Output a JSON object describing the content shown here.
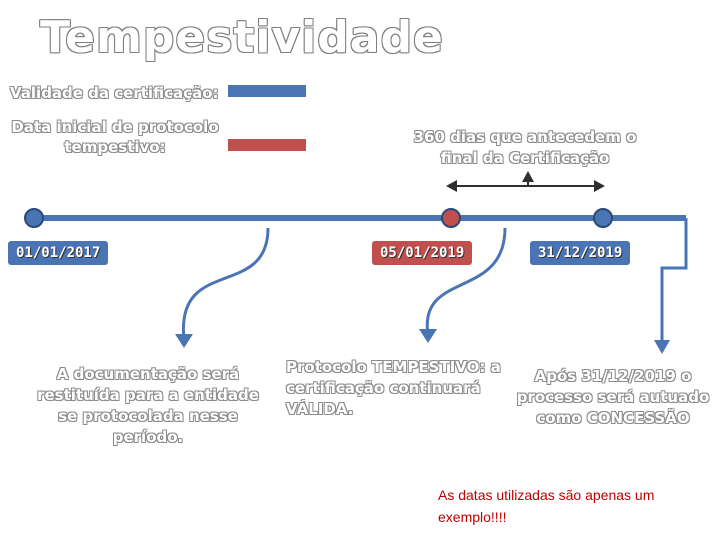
{
  "title": "Tempestividade",
  "legend": {
    "validity_label": "Validade da certificação:",
    "protocol_label": "Data inicial de protocolo tempestivo:",
    "validity_color": "#4a74b3",
    "protocol_color": "#c0504d"
  },
  "window_label": "360 dias que antecedem o final da Certificação",
  "dates": {
    "start": "01/01/2017",
    "protocol": "05/01/2019",
    "end": "31/12/2019"
  },
  "captions": {
    "restituted": "A documentação será restituída para a entidade se protocolada nesse período.",
    "tempestive": "Protocolo TEMPESTIVO: a certificação continuará VÁLIDA.",
    "after_end": "Após 31/12/2019 o processo será autuado como CONCESSÃO"
  },
  "note": "As datas utilizadas são apenas um exemplo!!!!",
  "colors": {
    "timeline": "#4a74b3",
    "node_blue": "#4a74b3",
    "node_red": "#c0504d",
    "arrow": "#4a74b3",
    "note": "#c00000"
  }
}
